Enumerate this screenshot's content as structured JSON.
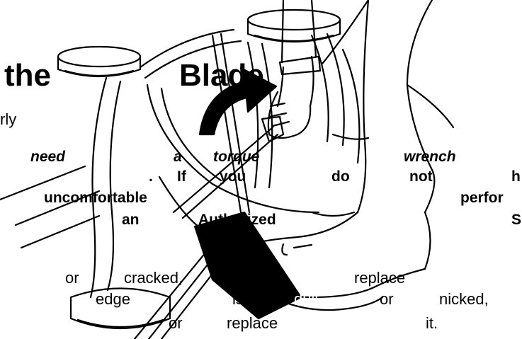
{
  "heading": {
    "word1": "the",
    "word2": "Blade"
  },
  "line1": {
    "frag": "rly"
  },
  "line2": {
    "w1": "need",
    "w2": "a",
    "w3": "torque",
    "w4": "wrench"
  },
  "line3": {
    "w1": ".",
    "w2": "If",
    "w3": "you",
    "w4": "do",
    "w5": "not",
    "w6": "h"
  },
  "line4": {
    "w1": "uncomfortable",
    "w2": "perfor"
  },
  "line5": {
    "w1": "an",
    "w2": "Authorized",
    "w3": "S"
  },
  "line6": {
    "w1": "or",
    "w2": "cracked,",
    "w3": "replace"
  },
  "line7": {
    "w1": "edge",
    "w2": "is",
    "w3": "dull",
    "w4": "or",
    "w5": "nicked,"
  },
  "line8": {
    "w1": "or",
    "w2": "replace",
    "w3": "it."
  },
  "icons": {
    "illustration": "mower-blade-torque-illustration",
    "arrow": "curved-rotation-arrow"
  }
}
